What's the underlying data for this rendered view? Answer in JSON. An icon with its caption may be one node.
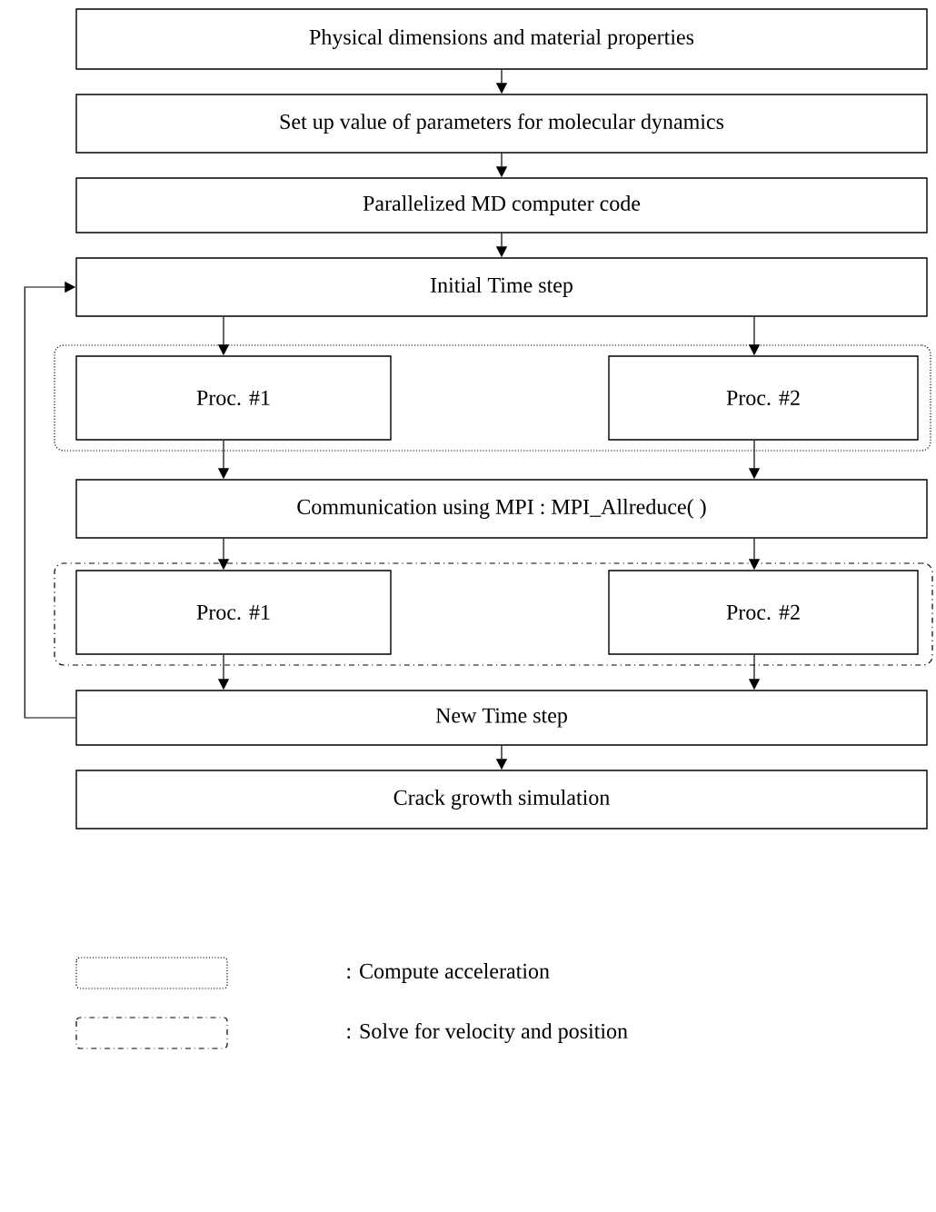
{
  "diagram": {
    "nodes": [
      {
        "text": [
          "Physical dimensions and material properties"
        ]
      },
      {
        "text": [
          "Set up value of parameters for molecular dynamics"
        ]
      },
      {
        "text": [
          "Parallelized MD computer code"
        ]
      },
      {
        "text": [
          "Initial Time step"
        ]
      },
      {
        "text": [],
        "shape": "box"
      },
      {
        "text": [
          "Proc. #1"
        ],
        "in": 4
      },
      {
        "text": [
          "Proc. #2"
        ],
        "in": 4
      },
      {
        "text": [
          "Communication using MPI : MPI_Allreduce( )"
        ]
      },
      {
        "text": [],
        "shape": "box"
      },
      {
        "text": [
          "Proc. #1"
        ],
        "in": 8
      },
      {
        "text": [
          "Proc. #2"
        ],
        "in": 8
      },
      {
        "text": [
          "New Time step"
        ]
      },
      {
        "text": [
          "Crack growth simulation"
        ]
      }
    ],
    "edges": [
      {
        "from": 0,
        "to": 1,
        "arrow": "to"
      },
      {
        "from": 1,
        "to": 2,
        "arrow": "to"
      },
      {
        "from": 2,
        "to": 3,
        "arrow": "to"
      },
      {
        "from": 3,
        "to": 5,
        "arrow": "to"
      },
      {
        "from": 3,
        "to": 6,
        "arrow": "to"
      },
      {
        "from": 5,
        "to": 7,
        "arrow": "to"
      },
      {
        "from": 6,
        "to": 7,
        "arrow": "to"
      },
      {
        "from": 7,
        "to": 9,
        "arrow": "to"
      },
      {
        "from": 7,
        "to": 10,
        "arrow": "to"
      },
      {
        "from": 9,
        "to": 11,
        "arrow": "to"
      },
      {
        "from": 10,
        "to": 11,
        "arrow": "to"
      },
      {
        "from": 11,
        "to": 12,
        "arrow": "to"
      },
      {
        "from": 11,
        "to": 3,
        "arrow": "to"
      }
    ],
    "legend": [
      {
        "text": ": Compute acceleration"
      },
      {
        "text": ": Solve for velocity and position"
      }
    ]
  }
}
